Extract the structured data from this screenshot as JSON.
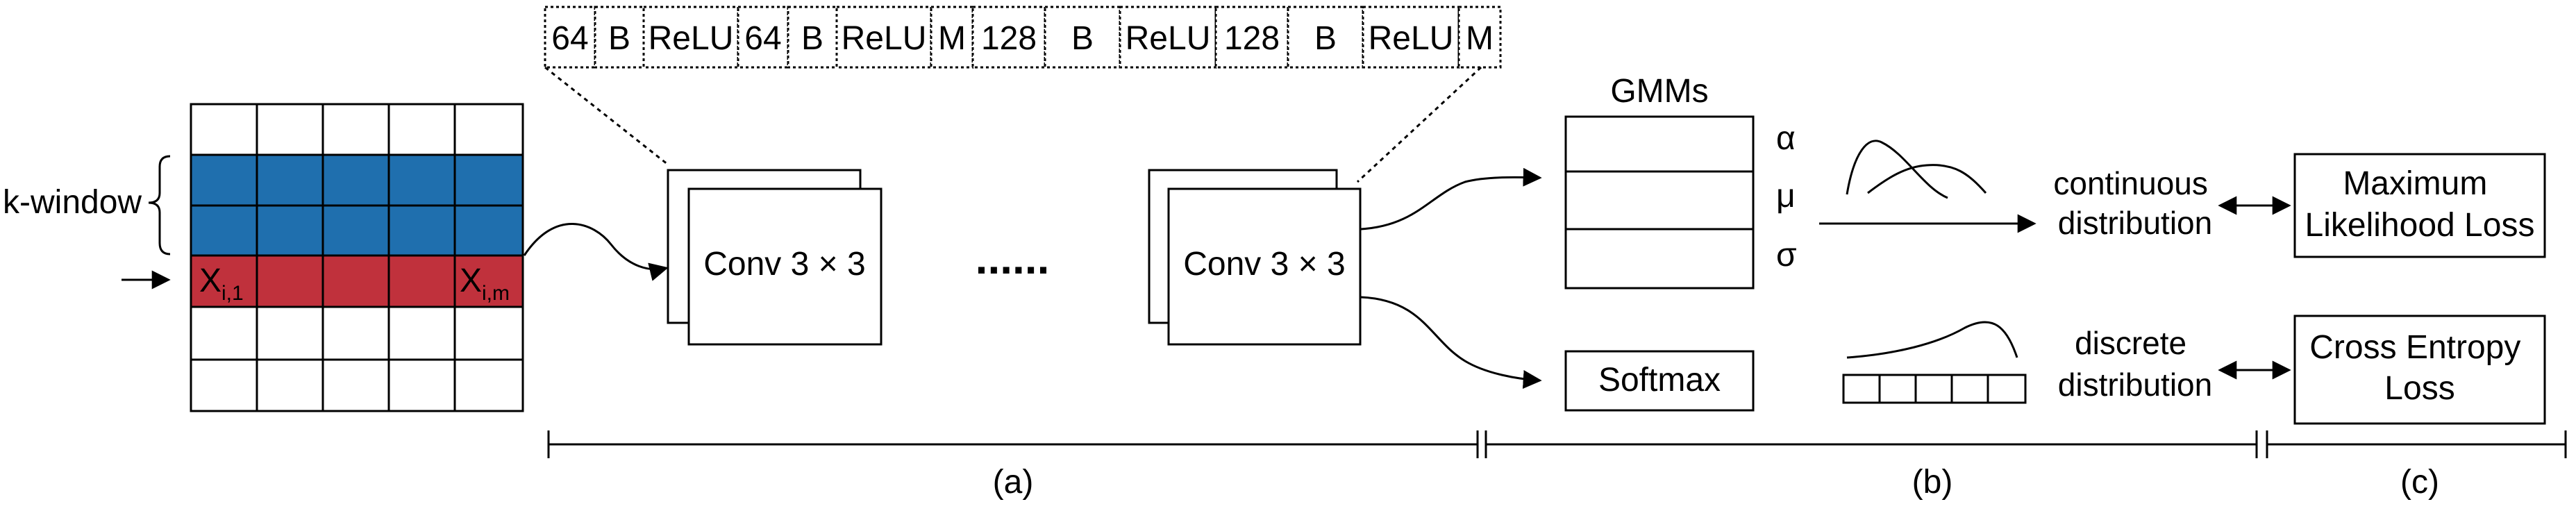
{
  "colors": {
    "window_rows": "#1f6fae",
    "current_row": "#c0313c",
    "line": "#000000",
    "background": "#ffffff"
  },
  "input": {
    "k_window_label": "k-window",
    "x_first": "X",
    "x_first_sub": "i,1",
    "x_last": "X",
    "x_last_sub": "i,m"
  },
  "layer_sequence": [
    "64",
    "B",
    "ReLU",
    "64",
    "B",
    "ReLU",
    "M",
    "128",
    "B",
    "ReLU",
    "128",
    "B",
    "ReLU",
    "M"
  ],
  "conv_first": "Conv 3 × 3",
  "ellipsis": "......",
  "conv_last": "Conv 3 × 3",
  "gmms": {
    "title": "GMMs",
    "params": [
      "α",
      "μ",
      "σ"
    ]
  },
  "softmax": "Softmax",
  "continuous": {
    "line1": "continuous",
    "line2": "distribution"
  },
  "discrete": {
    "line1": "discrete",
    "line2": "distribution"
  },
  "mle": {
    "line1": "Maximum",
    "line2": "Likelihood Loss"
  },
  "ce": {
    "line1": "Cross Entropy",
    "line2": "Loss"
  },
  "sections": [
    "(a)",
    "(b)",
    "(c)"
  ]
}
